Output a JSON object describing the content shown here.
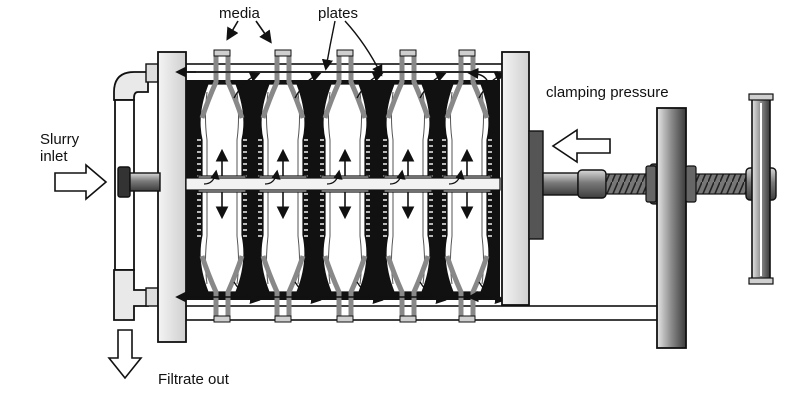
{
  "labels": {
    "media": "media",
    "plates": "plates",
    "clamping_pressure": "clamping pressure",
    "slurry_line1": "Slurry",
    "slurry_line2": "inlet",
    "filtrate_out": "Filtrate out"
  },
  "colors": {
    "line": "#111111",
    "fill_dark": "#111111",
    "metal_light": "#e8e8e8",
    "metal_mid": "#b8b8b8",
    "metal_dark": "#6e6e6e",
    "cavity": "#ffffff"
  },
  "icons": [
    "arrow-icon",
    "hand-wheel-icon",
    "threaded-screw-icon"
  ]
}
